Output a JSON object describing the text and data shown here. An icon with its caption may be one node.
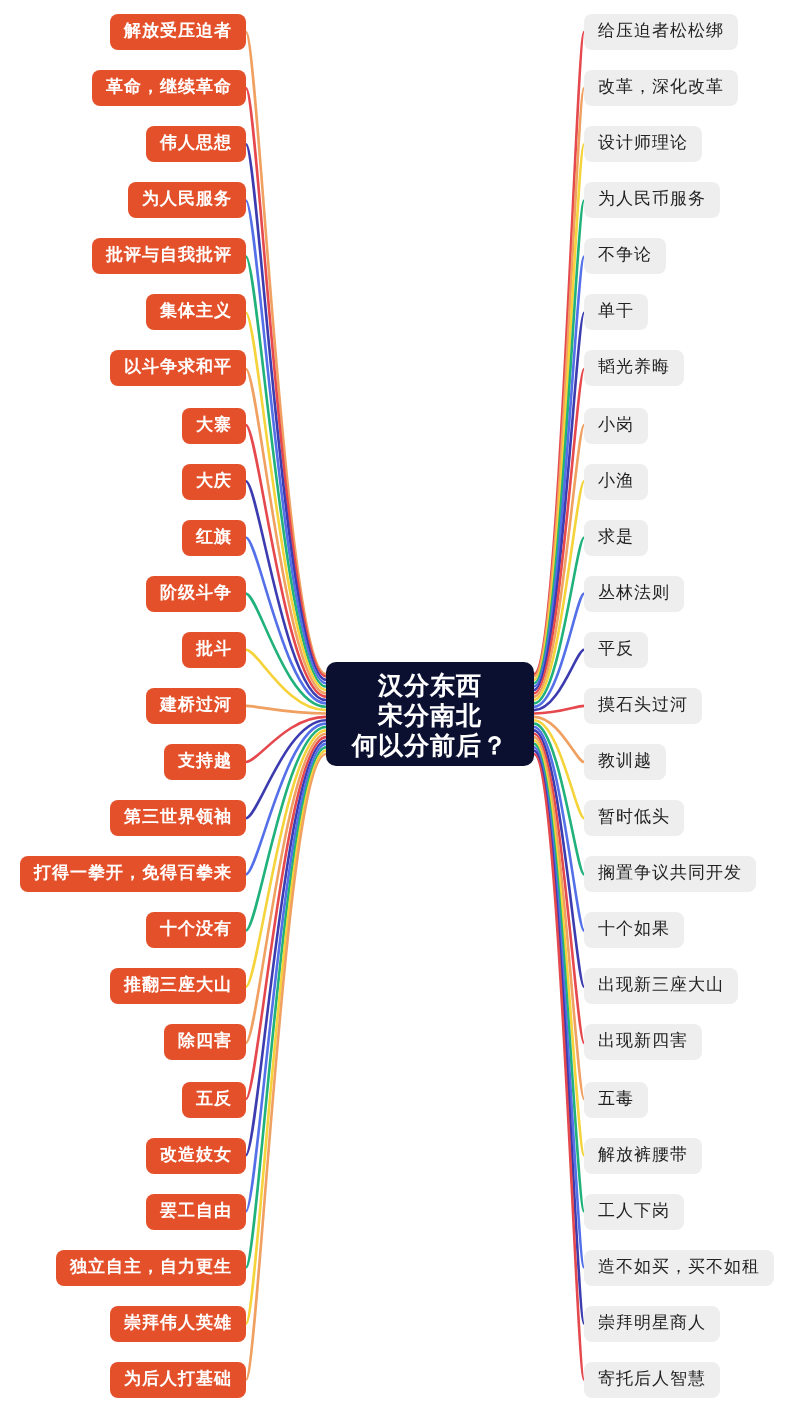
{
  "diagram": {
    "nodes": [
      {
        "text": [
          "汉分东西",
          "宋分南北",
          "何以分前后？"
        ]
      },
      {
        "text": [
          "解放受压迫者"
        ]
      },
      {
        "text": [
          "革命，继续革命"
        ]
      },
      {
        "text": [
          "伟人思想"
        ]
      },
      {
        "text": [
          "为人民服务"
        ]
      },
      {
        "text": [
          "批评与自我批评"
        ]
      },
      {
        "text": [
          "集体主义"
        ]
      },
      {
        "text": [
          "以斗争求和平"
        ]
      },
      {
        "text": [
          "大寨"
        ]
      },
      {
        "text": [
          "大庆"
        ]
      },
      {
        "text": [
          "红旗"
        ]
      },
      {
        "text": [
          "阶级斗争"
        ]
      },
      {
        "text": [
          "批斗"
        ]
      },
      {
        "text": [
          "建桥过河"
        ]
      },
      {
        "text": [
          "支持越"
        ]
      },
      {
        "text": [
          "第三世界领袖"
        ]
      },
      {
        "text": [
          "打得一拳开，免得百拳来"
        ]
      },
      {
        "text": [
          "十个没有"
        ]
      },
      {
        "text": [
          "推翻三座大山"
        ]
      },
      {
        "text": [
          "除四害"
        ]
      },
      {
        "text": [
          "五反"
        ]
      },
      {
        "text": [
          "改造妓女"
        ]
      },
      {
        "text": [
          "罢工自由"
        ]
      },
      {
        "text": [
          "独立自主，自力更生"
        ]
      },
      {
        "text": [
          "崇拜伟人英雄"
        ]
      },
      {
        "text": [
          "为后人打基础"
        ]
      },
      {
        "text": [
          "给压迫者松松绑"
        ]
      },
      {
        "text": [
          "改革，深化改革"
        ]
      },
      {
        "text": [
          "设计师理论"
        ]
      },
      {
        "text": [
          "为人民币服务"
        ]
      },
      {
        "text": [
          "不争论"
        ]
      },
      {
        "text": [
          "单干"
        ]
      },
      {
        "text": [
          "韬光养晦"
        ]
      },
      {
        "text": [
          "小岗"
        ]
      },
      {
        "text": [
          "小渔"
        ]
      },
      {
        "text": [
          "求是"
        ]
      },
      {
        "text": [
          "丛林法则"
        ]
      },
      {
        "text": [
          "平反"
        ]
      },
      {
        "text": [
          "摸石头过河"
        ]
      },
      {
        "text": [
          "教训越"
        ]
      },
      {
        "text": [
          "暂时低头"
        ]
      },
      {
        "text": [
          "搁置争议共同开发"
        ]
      },
      {
        "text": [
          "十个如果"
        ]
      },
      {
        "text": [
          "出现新三座大山"
        ]
      },
      {
        "text": [
          "出现新四害"
        ]
      },
      {
        "text": [
          "五毒"
        ]
      },
      {
        "text": [
          "解放裤腰带"
        ]
      },
      {
        "text": [
          "工人下岗"
        ]
      },
      {
        "text": [
          "造不如买，买不如租"
        ]
      },
      {
        "text": [
          "崇拜明星商人"
        ]
      },
      {
        "text": [
          "寄托后人智慧"
        ]
      }
    ],
    "edges": [
      {
        "from": 0,
        "to": 1,
        "arrow": "none",
        "color": "#f0a060"
      },
      {
        "from": 0,
        "to": 2,
        "arrow": "none",
        "color": "#e5484d"
      },
      {
        "from": 0,
        "to": 3,
        "arrow": "none",
        "color": "#3c3cb0"
      },
      {
        "from": 0,
        "to": 4,
        "arrow": "none",
        "color": "#5470e8"
      },
      {
        "from": 0,
        "to": 5,
        "arrow": "none",
        "color": "#20b27a"
      },
      {
        "from": 0,
        "to": 6,
        "arrow": "none",
        "color": "#f5d33a"
      },
      {
        "from": 0,
        "to": 7,
        "arrow": "none",
        "color": "#f0a060"
      },
      {
        "from": 0,
        "to": 8,
        "arrow": "none",
        "color": "#e5484d"
      },
      {
        "from": 0,
        "to": 9,
        "arrow": "none",
        "color": "#3c3cb0"
      },
      {
        "from": 0,
        "to": 10,
        "arrow": "none",
        "color": "#5470e8"
      },
      {
        "from": 0,
        "to": 11,
        "arrow": "none",
        "color": "#20b27a"
      },
      {
        "from": 0,
        "to": 12,
        "arrow": "none",
        "color": "#f5d33a"
      },
      {
        "from": 0,
        "to": 13,
        "arrow": "none",
        "color": "#f0a060"
      },
      {
        "from": 0,
        "to": 14,
        "arrow": "none",
        "color": "#e5484d"
      },
      {
        "from": 0,
        "to": 15,
        "arrow": "none",
        "color": "#3c3cb0"
      },
      {
        "from": 0,
        "to": 16,
        "arrow": "none",
        "color": "#5470e8"
      },
      {
        "from": 0,
        "to": 17,
        "arrow": "none",
        "color": "#20b27a"
      },
      {
        "from": 0,
        "to": 18,
        "arrow": "none",
        "color": "#f5d33a"
      },
      {
        "from": 0,
        "to": 19,
        "arrow": "none",
        "color": "#f0a060"
      },
      {
        "from": 0,
        "to": 20,
        "arrow": "none",
        "color": "#e5484d"
      },
      {
        "from": 0,
        "to": 21,
        "arrow": "none",
        "color": "#3c3cb0"
      },
      {
        "from": 0,
        "to": 22,
        "arrow": "none",
        "color": "#5470e8"
      },
      {
        "from": 0,
        "to": 23,
        "arrow": "none",
        "color": "#20b27a"
      },
      {
        "from": 0,
        "to": 24,
        "arrow": "none",
        "color": "#f5d33a"
      },
      {
        "from": 0,
        "to": 25,
        "arrow": "none",
        "color": "#f0a060"
      },
      {
        "from": 0,
        "to": 26,
        "arrow": "none",
        "color": "#e5484d"
      },
      {
        "from": 0,
        "to": 27,
        "arrow": "none",
        "color": "#f0a060"
      },
      {
        "from": 0,
        "to": 28,
        "arrow": "none",
        "color": "#f5d33a"
      },
      {
        "from": 0,
        "to": 29,
        "arrow": "none",
        "color": "#20b27a"
      },
      {
        "from": 0,
        "to": 30,
        "arrow": "none",
        "color": "#5470e8"
      },
      {
        "from": 0,
        "to": 31,
        "arrow": "none",
        "color": "#3c3cb0"
      },
      {
        "from": 0,
        "to": 32,
        "arrow": "none",
        "color": "#e5484d"
      },
      {
        "from": 0,
        "to": 33,
        "arrow": "none",
        "color": "#f0a060"
      },
      {
        "from": 0,
        "to": 34,
        "arrow": "none",
        "color": "#f5d33a"
      },
      {
        "from": 0,
        "to": 35,
        "arrow": "none",
        "color": "#20b27a"
      },
      {
        "from": 0,
        "to": 36,
        "arrow": "none",
        "color": "#5470e8"
      },
      {
        "from": 0,
        "to": 37,
        "arrow": "none",
        "color": "#3c3cb0"
      },
      {
        "from": 0,
        "to": 38,
        "arrow": "none",
        "color": "#e5484d"
      },
      {
        "from": 0,
        "to": 39,
        "arrow": "none",
        "color": "#f0a060"
      },
      {
        "from": 0,
        "to": 40,
        "arrow": "none",
        "color": "#f5d33a"
      },
      {
        "from": 0,
        "to": 41,
        "arrow": "none",
        "color": "#20b27a"
      },
      {
        "from": 0,
        "to": 42,
        "arrow": "none",
        "color": "#5470e8"
      },
      {
        "from": 0,
        "to": 43,
        "arrow": "none",
        "color": "#3c3cb0"
      },
      {
        "from": 0,
        "to": 44,
        "arrow": "none",
        "color": "#e5484d"
      },
      {
        "from": 0,
        "to": 45,
        "arrow": "none",
        "color": "#f0a060"
      },
      {
        "from": 0,
        "to": 46,
        "arrow": "none",
        "color": "#f5d33a"
      },
      {
        "from": 0,
        "to": 47,
        "arrow": "none",
        "color": "#20b27a"
      },
      {
        "from": 0,
        "to": 48,
        "arrow": "none",
        "color": "#5470e8"
      },
      {
        "from": 0,
        "to": 49,
        "arrow": "none",
        "color": "#3c3cb0"
      },
      {
        "from": 0,
        "to": 50,
        "arrow": "none",
        "color": "#e5484d"
      }
    ]
  }
}
